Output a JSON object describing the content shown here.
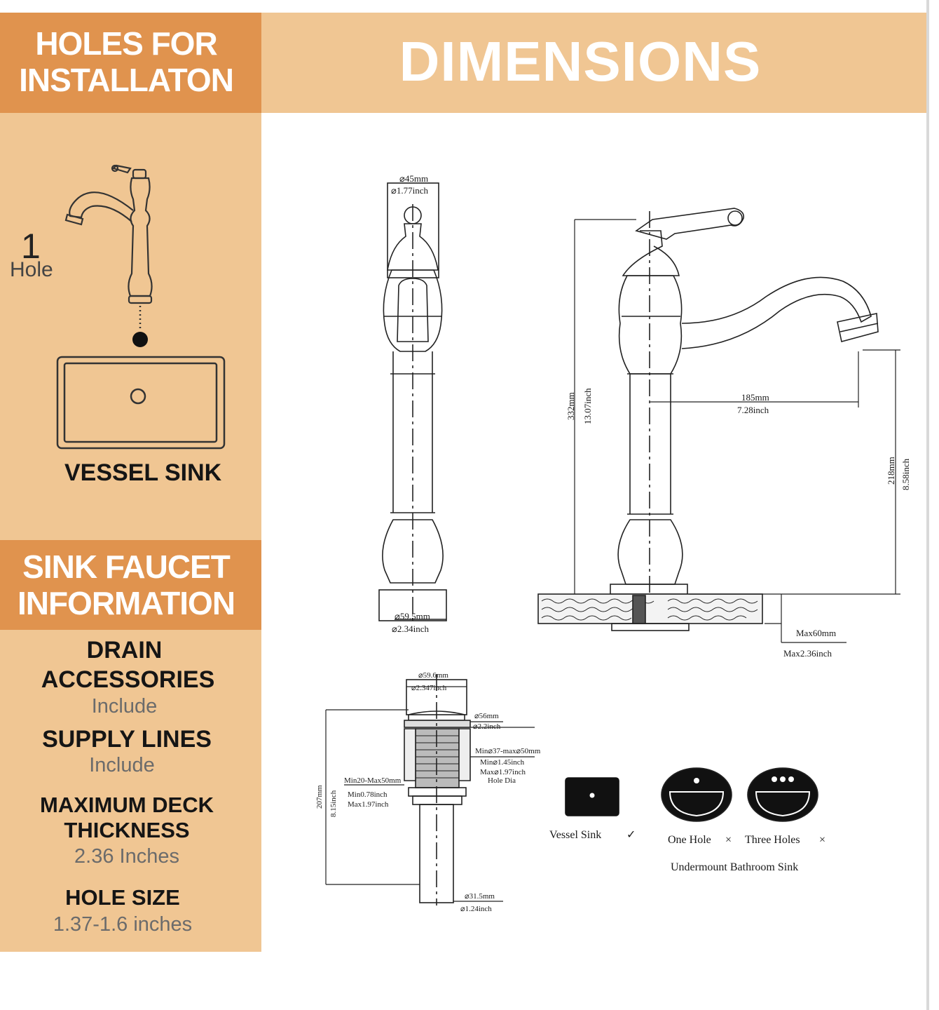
{
  "left_panel": {
    "holes_title_line1": "HOLES FOR",
    "holes_title_line2": "INSTALLATON",
    "hole_count": "1",
    "hole_label": "Hole",
    "vessel_sink_label": "VESSEL SINK",
    "info_title_line1": "SINK FAUCET",
    "info_title_line2": "INFORMATION",
    "specs": [
      {
        "title_line1": "DRAIN",
        "title_line2": "ACCESSORIES",
        "value": "Include"
      },
      {
        "title_line1": "SUPPLY LINES",
        "title_line2": "",
        "value": "Include"
      },
      {
        "title_line1": "MAXIMUM DECK",
        "title_line2": "THICKNESS",
        "value": "2.36 Inches"
      },
      {
        "title_line1": "HOLE SIZE",
        "title_line2": "",
        "value": "1.37-1.6 inches"
      }
    ]
  },
  "right_panel": {
    "title": "DIMENSIONS",
    "labels": {
      "top_dia_mm": "⌀45mm",
      "top_dia_in": "⌀1.77inch",
      "base_dia_mm": "⌀59.5mm",
      "base_dia_in": "⌀2.34inch",
      "height_mm": "332mm",
      "height_in": "13.07inch",
      "reach_mm": "185mm",
      "reach_in": "7.28inch",
      "spout_mm": "218mm",
      "spout_in": "8.58inch",
      "deck_mm": "Max60mm",
      "deck_in": "Max2.36inch",
      "drain_top_mm": "⌀59.6mm",
      "drain_top_in": "⌀2.347inch",
      "drain_56_mm": "⌀56mm",
      "drain_56_in": "⌀2.2inch",
      "hole_range": "Min⌀37-max⌀50mm",
      "hole_min_in": "Min⌀1.45inch",
      "hole_max_in": "Max⌀1.97inch",
      "hole_dia": "Hole Dia",
      "thick_range": "Min20-Max50mm",
      "thick_min_in": "Min0.78inch",
      "thick_max_in": "Max1.97inch",
      "drain_h_mm": "207mm",
      "drain_h_in": "8.15inch",
      "drain_bot_mm": "⌀31.5mm",
      "drain_bot_in": "⌀1.24inch"
    },
    "sink_types": {
      "vessel": "Vessel Sink",
      "vessel_mark": "✓",
      "one_hole": "One Hole",
      "one_mark": "×",
      "three_holes": "Three Holes",
      "three_mark": "×",
      "undermount": "Undermount Bathroom Sink"
    }
  }
}
